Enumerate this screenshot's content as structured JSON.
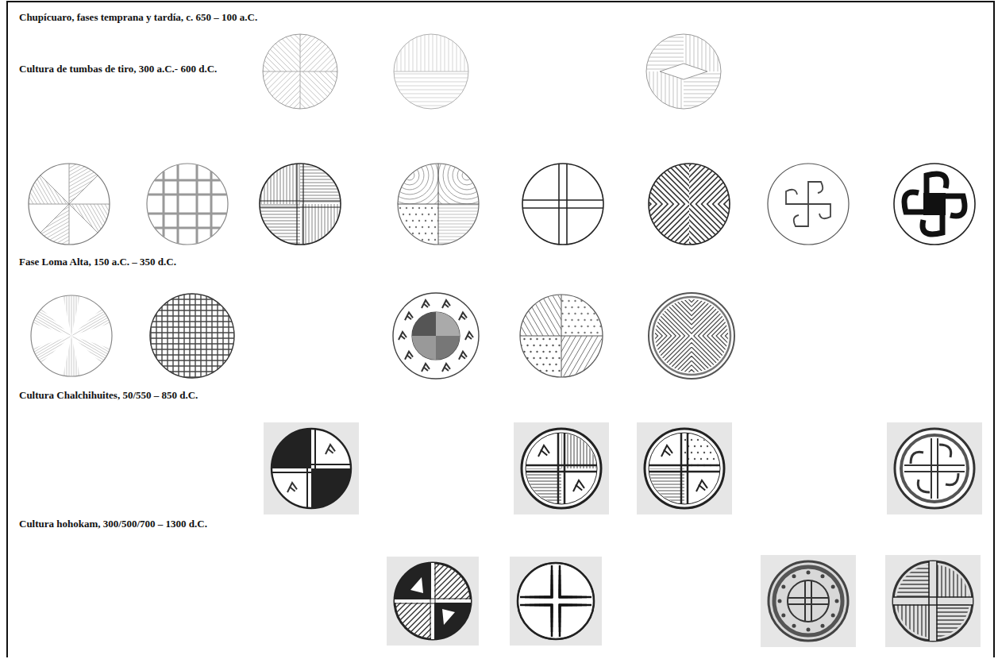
{
  "diagram": {
    "labels": [
      "Chupícuaro, fases temprana y tardía, c. 650 – 100 a.C.",
      "Cultura de tumbas de tiro, 300 a.C.- 600 d.C.",
      "Fase Loma Alta, 150 a.C. – 350 d.C.",
      "Cultura Chalchihuites, 50/550 – 850 d.C.",
      "Cultura hohokam, 300/500/700 – 1300 d.C."
    ]
  }
}
